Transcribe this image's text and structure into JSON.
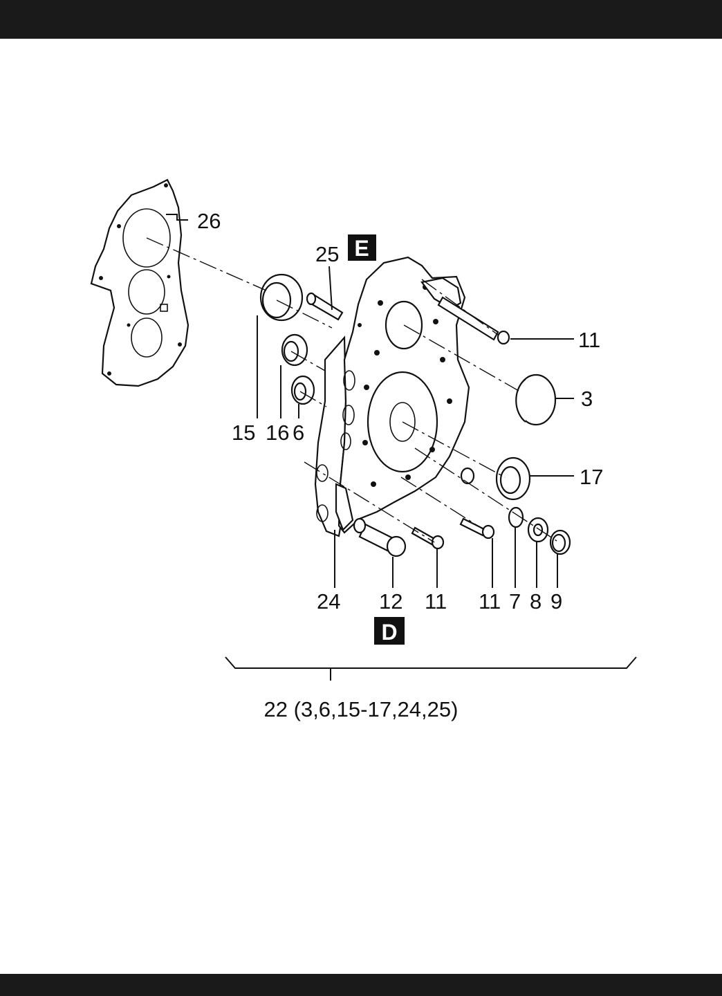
{
  "callouts": [
    {
      "id": "c26",
      "label": "26"
    },
    {
      "id": "c25",
      "label": "25"
    },
    {
      "id": "c11a",
      "label": "11"
    },
    {
      "id": "c3",
      "label": "3"
    },
    {
      "id": "c17",
      "label": "17"
    },
    {
      "id": "c15",
      "label": "15"
    },
    {
      "id": "c16",
      "label": "16"
    },
    {
      "id": "c6",
      "label": "6"
    },
    {
      "id": "c24",
      "label": "24"
    },
    {
      "id": "c12",
      "label": "12"
    },
    {
      "id": "c11b",
      "label": "11"
    },
    {
      "id": "c11c",
      "label": "11"
    },
    {
      "id": "c7",
      "label": "7"
    },
    {
      "id": "c8",
      "label": "8"
    },
    {
      "id": "c9",
      "label": "9"
    }
  ],
  "view_tags": {
    "upper": "E",
    "lower": "D"
  },
  "assembly_caption": "22 (3,6,15-17,24,25)"
}
